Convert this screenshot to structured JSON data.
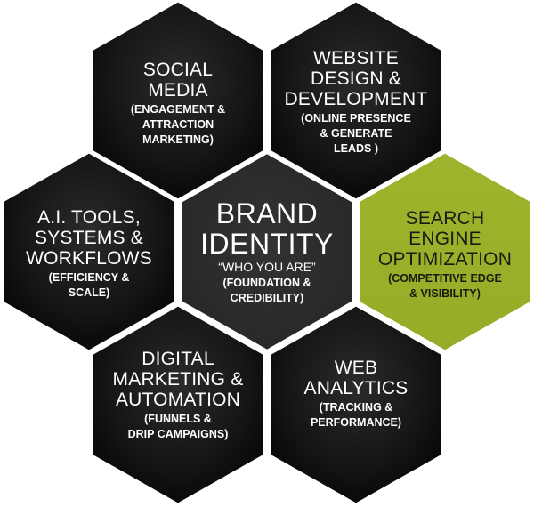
{
  "colors": {
    "hex_dark": "#141414",
    "hex_center": "#2a2a2a",
    "hex_accent": "#9cb12a",
    "border": "#ffffff",
    "text_light": "#ffffff",
    "text_dark": "#1a1a12"
  },
  "hexagons": [
    {
      "id": "social-media",
      "title": "SOCIAL\nMEDIA",
      "subtitle": "(ENGAGEMENT &\nATTRACTION\nMARKETING)",
      "row": "top",
      "position": "left"
    },
    {
      "id": "website-design",
      "title": "WEBSITE\nDESIGN &\nDEVELOPMENT",
      "subtitle": "(ONLINE PRESENCE\n& GENERATE\nLEADS )",
      "row": "top",
      "position": "right"
    },
    {
      "id": "ai-tools",
      "title": "A.I. TOOLS,\nSYSTEMS &\nWORKFLOWS",
      "subtitle": "(EFFICIENCY &\nSCALE)",
      "row": "middle",
      "position": "left"
    },
    {
      "id": "brand-identity",
      "title": "BRAND\nIDENTITY",
      "tagline": "“WHO  YOU ARE”",
      "subtitle": "(FOUNDATION &\nCREDIBILITY)",
      "row": "middle",
      "position": "center"
    },
    {
      "id": "seo",
      "title": "SEARCH\nENGINE\nOPTIMIZATION",
      "subtitle": "(COMPETITIVE EDGE\n& VISIBILITY)",
      "row": "middle",
      "position": "right",
      "highlighted": true
    },
    {
      "id": "digital-marketing",
      "title": "DIGITAL\nMARKETING  &\nAUTOMATION",
      "subtitle": "(FUNNELS &\nDRIP CAMPAIGNS)",
      "row": "bottom",
      "position": "left"
    },
    {
      "id": "web-analytics",
      "title": "WEB\nANALYTICS",
      "subtitle": "(TRACKING &\nPERFORMANCE)",
      "row": "bottom",
      "position": "right"
    }
  ]
}
